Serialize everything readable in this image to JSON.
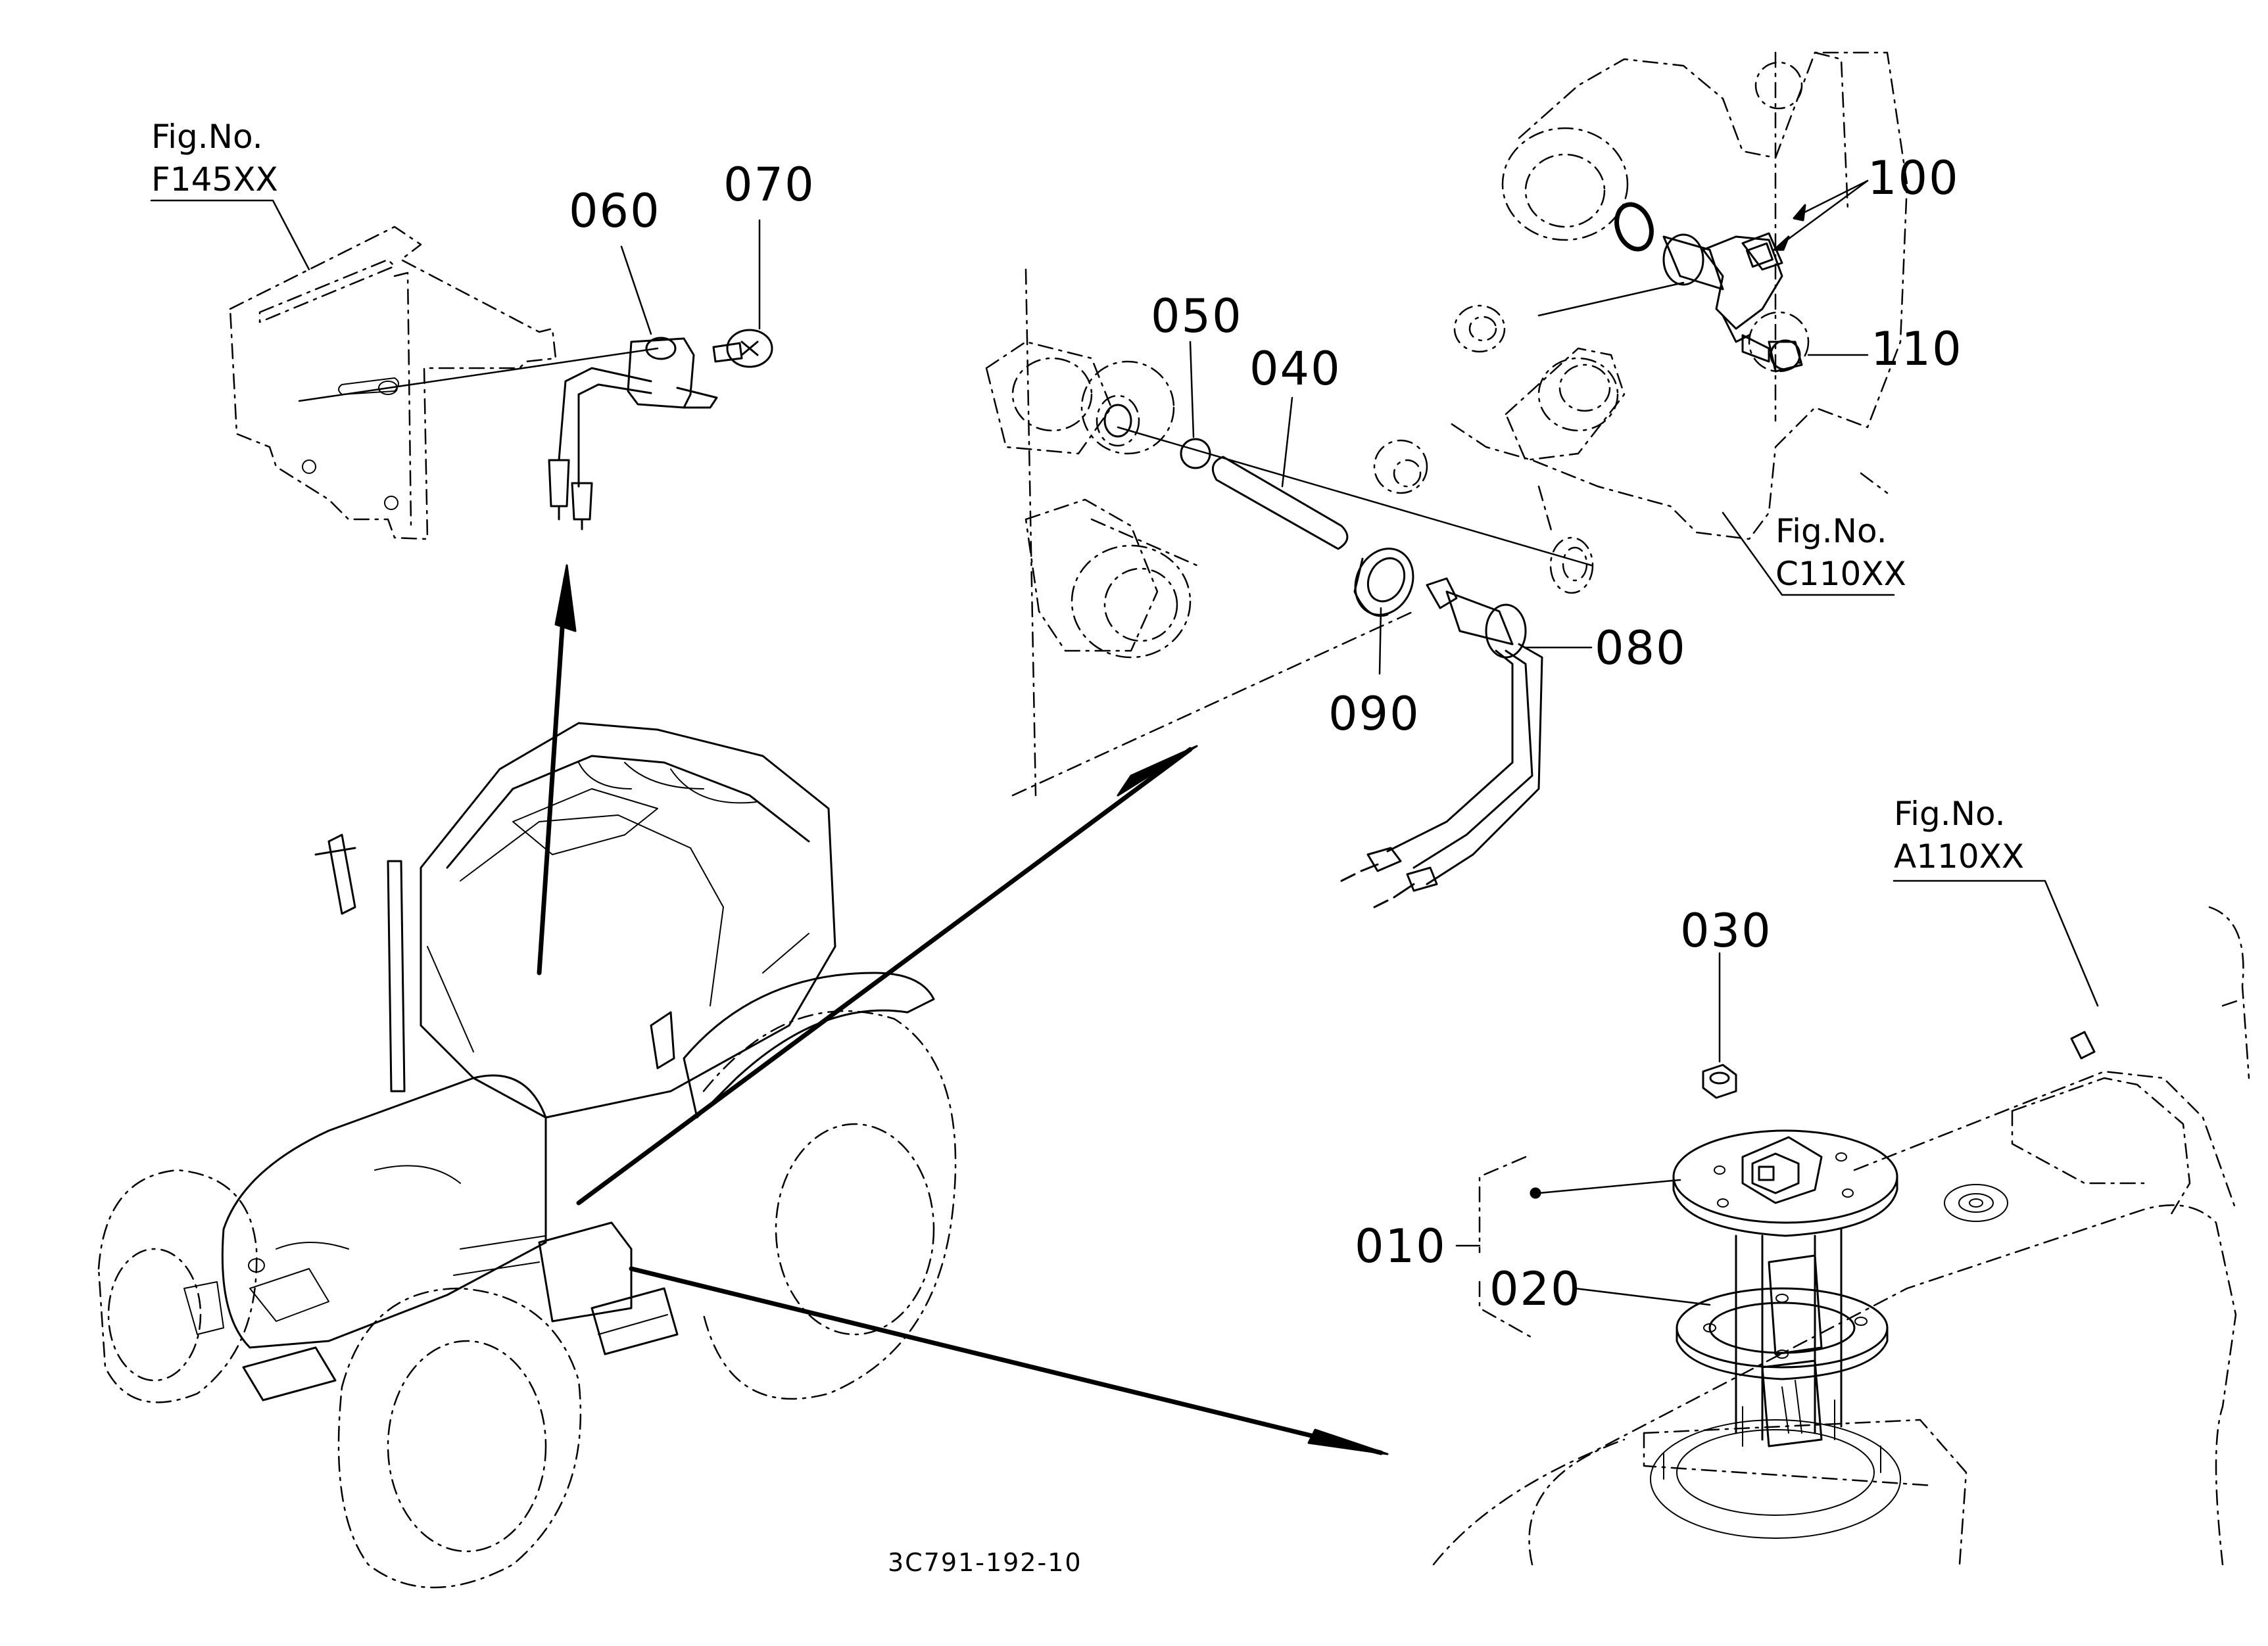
{
  "references": [
    {
      "line1": "Fig.No.",
      "line2": "F145XX"
    },
    {
      "line1": "Fig.No.",
      "line2": "C110XX"
    },
    {
      "line1": "Fig.No.",
      "line2": "A110XX"
    }
  ],
  "parts": {
    "p010": "010",
    "p020": "020",
    "p030": "030",
    "p040": "040",
    "p050": "050",
    "p060": "060",
    "p070": "070",
    "p080": "080",
    "p090": "090",
    "p100": "100",
    "p110": "110"
  },
  "drawing_code": "3C791-192-10"
}
